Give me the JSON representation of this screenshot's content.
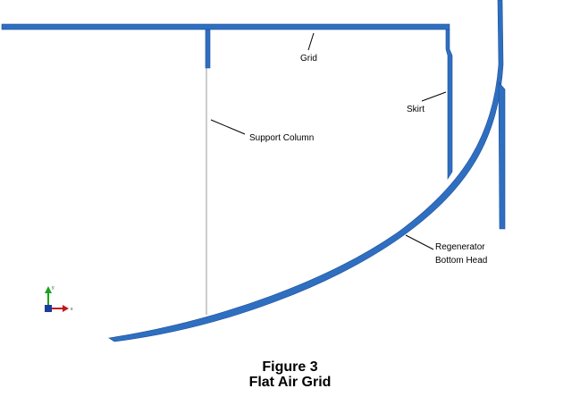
{
  "colors": {
    "structure": "#2f6fc1",
    "structure_edge": "#1d4f94",
    "leader_line": "#000000",
    "support_column": "#9a9a9a",
    "axis_y": "#1aa31a",
    "axis_x": "#c21818",
    "axis_origin": "#1b3c9c"
  },
  "labels": {
    "grid": "Grid",
    "skirt": "Skirt",
    "support_column": "Support Column",
    "regenerator_line1": "Regenerator",
    "regenerator_line2": "Bottom Head"
  },
  "triad": {
    "y_label": "y",
    "x_label": "x"
  },
  "caption": {
    "line1": "Figure 3",
    "line2": "Flat Air Grid"
  }
}
